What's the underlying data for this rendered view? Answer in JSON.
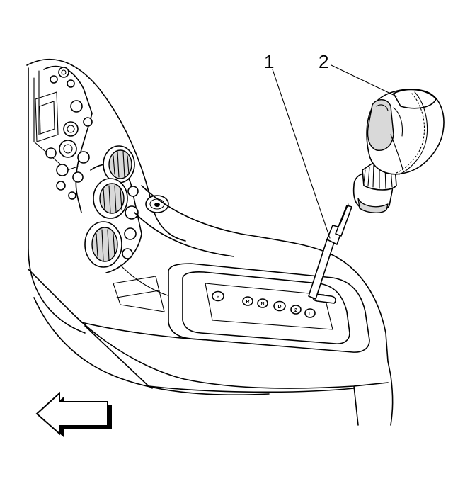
{
  "callouts": [
    {
      "number": "1",
      "part": "tool"
    },
    {
      "number": "2",
      "part": "shift-knob"
    }
  ],
  "gear_positions": [
    "P",
    "R",
    "N",
    "D",
    "2",
    "L"
  ],
  "direction_arrow": "arrow-left-icon",
  "colors": {
    "line": "#000000",
    "background": "#ffffff",
    "shade": "#d9d9d9"
  }
}
